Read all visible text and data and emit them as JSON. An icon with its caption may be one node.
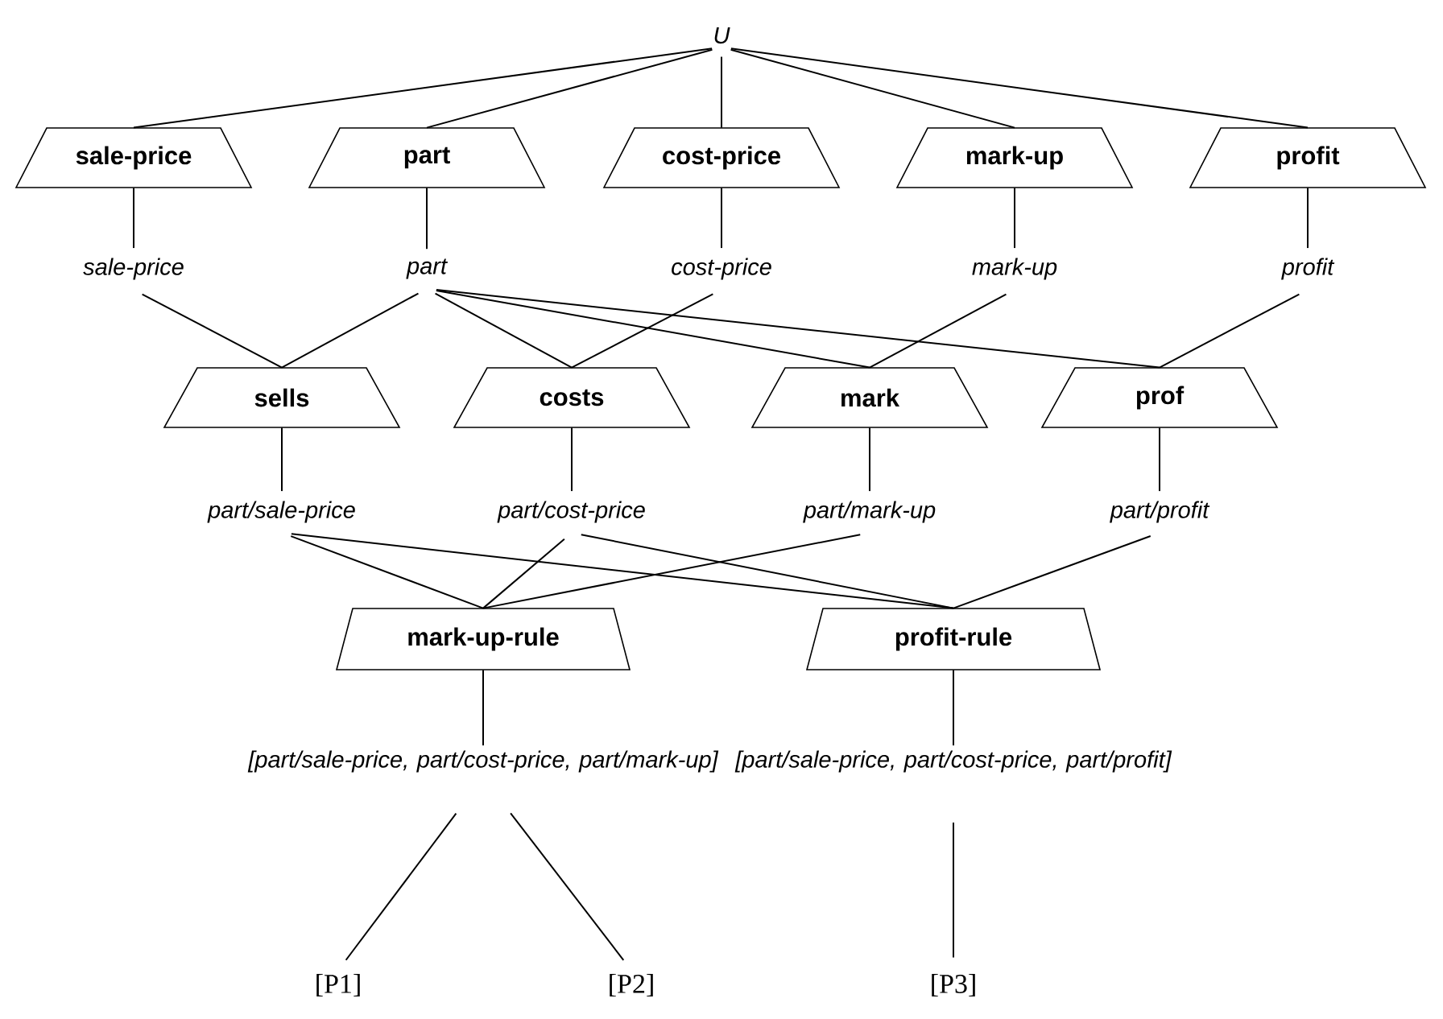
{
  "diagram": {
    "nodes": [
      {
        "text": [
          "U"
        ]
      },
      {
        "text": [
          "sale-price"
        ]
      },
      {
        "text": [
          "part"
        ]
      },
      {
        "text": [
          "cost-price"
        ]
      },
      {
        "text": [
          "mark-up"
        ]
      },
      {
        "text": [
          "profit"
        ]
      },
      {
        "text": [
          "sale-price"
        ]
      },
      {
        "text": [
          "part"
        ]
      },
      {
        "text": [
          "cost-price"
        ]
      },
      {
        "text": [
          "mark-up"
        ]
      },
      {
        "text": [
          "profit"
        ]
      },
      {
        "text": [
          "sells"
        ]
      },
      {
        "text": [
          "costs"
        ]
      },
      {
        "text": [
          "mark"
        ]
      },
      {
        "text": [
          "prof"
        ]
      },
      {
        "text": [
          "part/sale-price"
        ]
      },
      {
        "text": [
          "part/cost-price"
        ]
      },
      {
        "text": [
          "part/mark-up"
        ]
      },
      {
        "text": [
          "part/profit"
        ]
      },
      {
        "text": [
          "mark-up-rule"
        ]
      },
      {
        "text": [
          "profit-rule"
        ]
      },
      {
        "text": [
          "[part/sale-price, part/cost-price, part/mark-up]"
        ]
      },
      {
        "text": [
          "[part/sale-price, part/cost-price, part/profit]"
        ]
      },
      {
        "text": [
          "[P1]"
        ]
      },
      {
        "text": [
          "[P2]"
        ]
      },
      {
        "text": [
          "[P3]"
        ]
      }
    ],
    "edges": [
      {
        "from": 0,
        "to": 1,
        "arrow": "none"
      },
      {
        "from": 0,
        "to": 2,
        "arrow": "none"
      },
      {
        "from": 0,
        "to": 3,
        "arrow": "none"
      },
      {
        "from": 0,
        "to": 4,
        "arrow": "none"
      },
      {
        "from": 0,
        "to": 5,
        "arrow": "none"
      },
      {
        "from": 1,
        "to": 6,
        "arrow": "none"
      },
      {
        "from": 2,
        "to": 7,
        "arrow": "none"
      },
      {
        "from": 3,
        "to": 8,
        "arrow": "none"
      },
      {
        "from": 4,
        "to": 9,
        "arrow": "none"
      },
      {
        "from": 5,
        "to": 10,
        "arrow": "none"
      },
      {
        "from": 6,
        "to": 11,
        "arrow": "none"
      },
      {
        "from": 7,
        "to": 11,
        "arrow": "none"
      },
      {
        "from": 7,
        "to": 12,
        "arrow": "none"
      },
      {
        "from": 8,
        "to": 12,
        "arrow": "none"
      },
      {
        "from": 7,
        "to": 13,
        "arrow": "none"
      },
      {
        "from": 9,
        "to": 13,
        "arrow": "none"
      },
      {
        "from": 7,
        "to": 14,
        "arrow": "none"
      },
      {
        "from": 10,
        "to": 14,
        "arrow": "none"
      },
      {
        "from": 11,
        "to": 15,
        "arrow": "none"
      },
      {
        "from": 12,
        "to": 16,
        "arrow": "none"
      },
      {
        "from": 13,
        "to": 17,
        "arrow": "none"
      },
      {
        "from": 14,
        "to": 18,
        "arrow": "none"
      },
      {
        "from": 15,
        "to": 19,
        "arrow": "none"
      },
      {
        "from": 16,
        "to": 19,
        "arrow": "none"
      },
      {
        "from": 17,
        "to": 19,
        "arrow": "none"
      },
      {
        "from": 15,
        "to": 20,
        "arrow": "none"
      },
      {
        "from": 16,
        "to": 20,
        "arrow": "none"
      },
      {
        "from": 18,
        "to": 20,
        "arrow": "none"
      },
      {
        "from": 19,
        "to": 21,
        "arrow": "none"
      },
      {
        "from": 20,
        "to": 22,
        "arrow": "none"
      },
      {
        "from": 21,
        "to": 23,
        "arrow": "none"
      },
      {
        "from": 21,
        "to": 24,
        "arrow": "none"
      },
      {
        "from": 22,
        "to": 25,
        "arrow": "none"
      }
    ]
  }
}
